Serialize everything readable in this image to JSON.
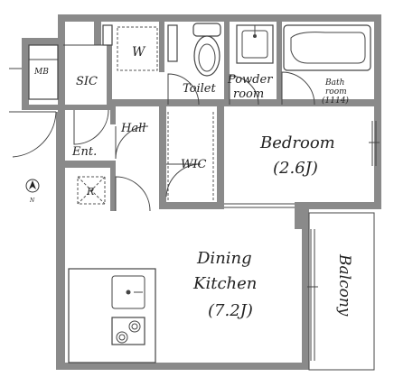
{
  "floor_plan": {
    "rooms": {
      "w": "W",
      "mb": "MB",
      "sic": "SIC",
      "toilet": "Toilet",
      "powder_line1": "Powder",
      "powder_line2": "room",
      "bath_line1": "Bath",
      "bath_line2": "room",
      "bath_size": "(1114)",
      "hall": "Hall",
      "ent": "Ent.",
      "wic": "WIC",
      "bedroom": "Bedroom",
      "bedroom_size": "(2.6J)",
      "r": "R",
      "dining": "Dining",
      "kitchen": "Kitchen",
      "dining_size": "(7.2J)",
      "balcony": "Balcony"
    },
    "compass": {
      "north_letter": "N",
      "icon": "north-arrow-icon"
    },
    "colors": {
      "wall": "#8a8a8a",
      "line": "#444444",
      "background": "#ffffff"
    }
  }
}
